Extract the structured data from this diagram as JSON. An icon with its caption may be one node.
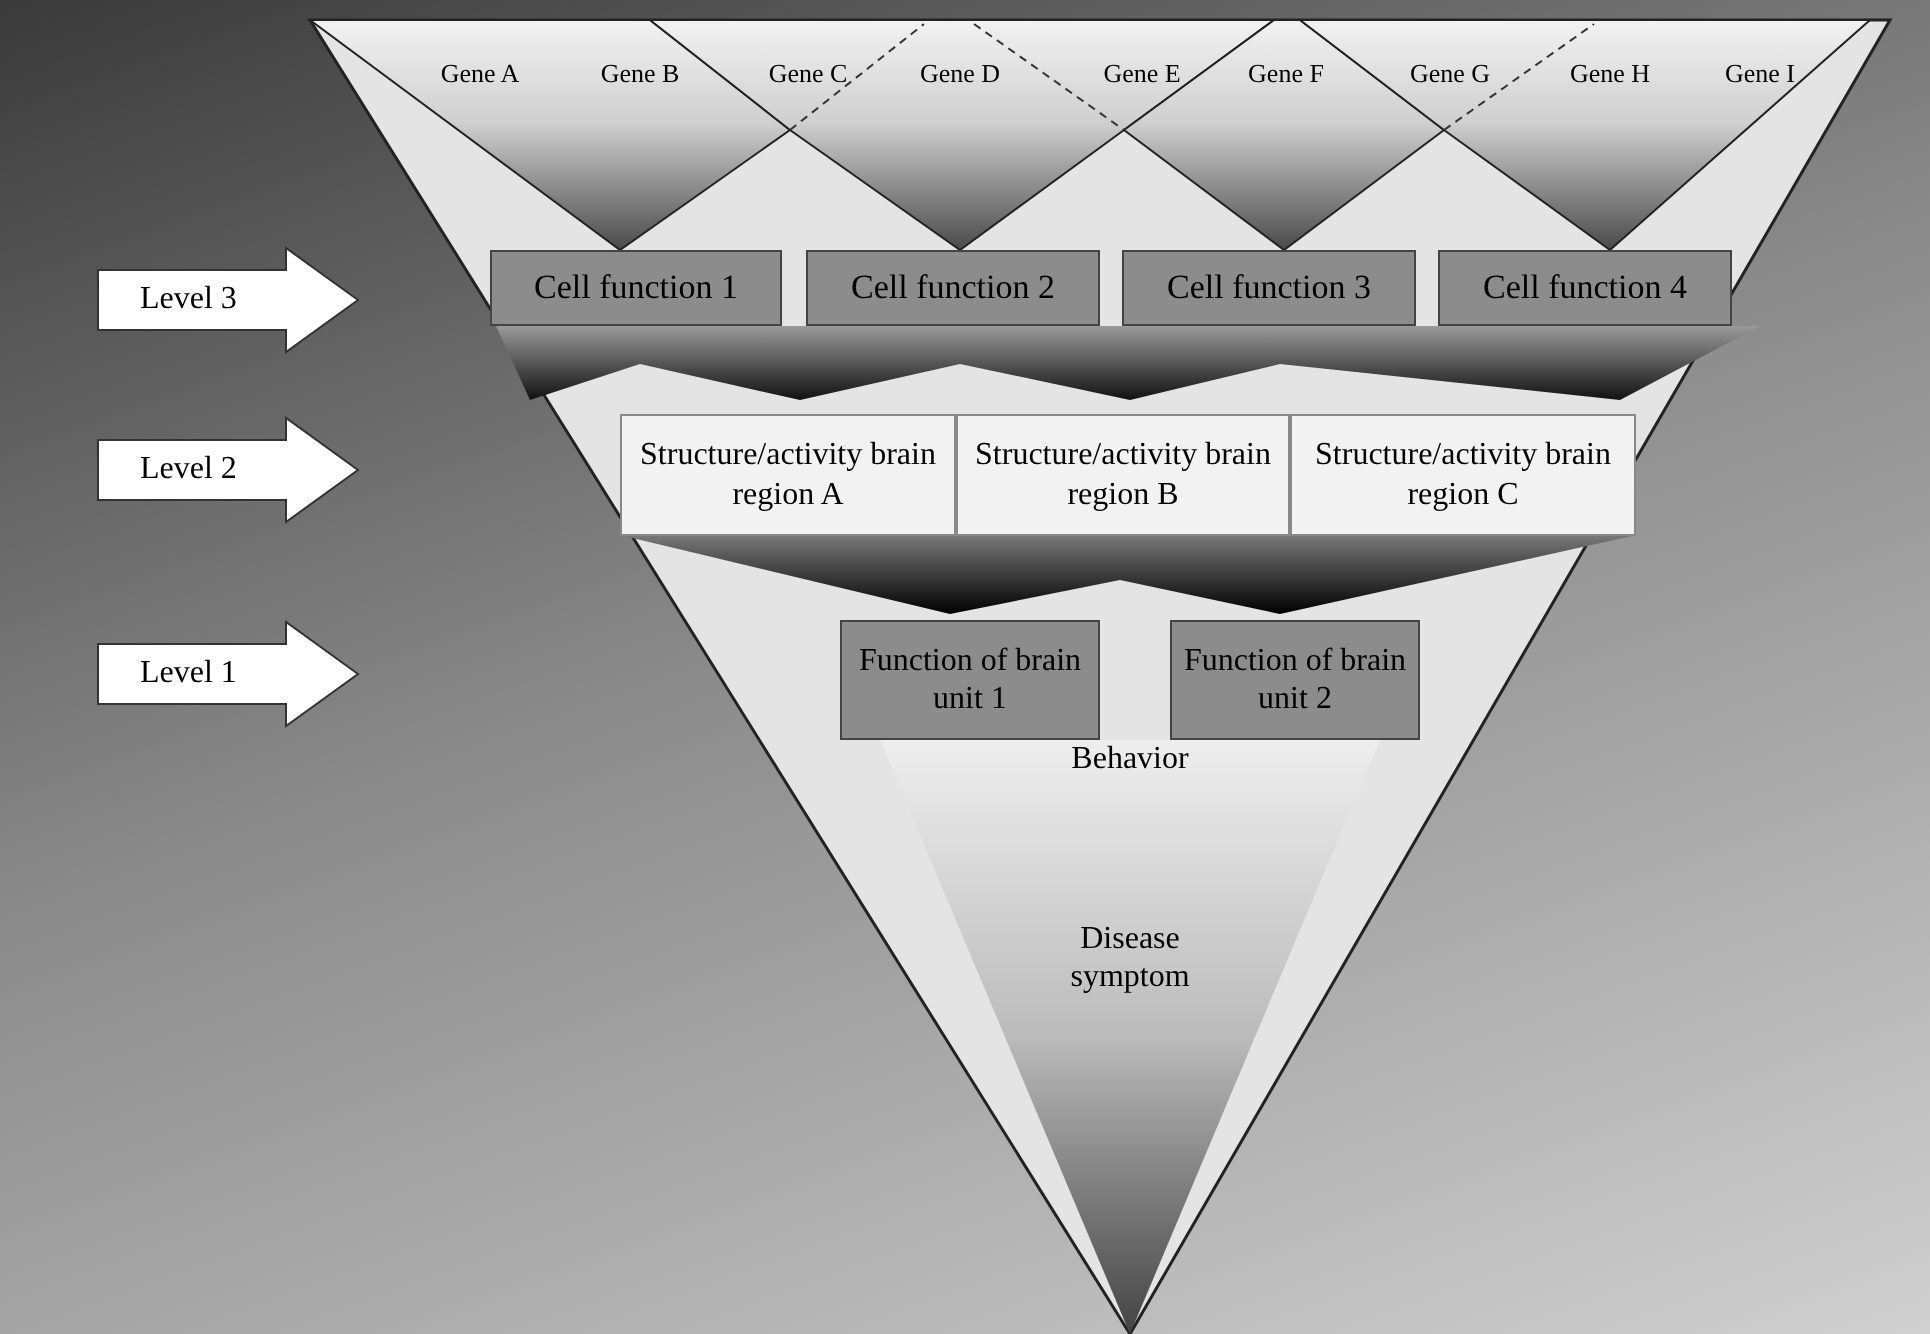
{
  "diagram": {
    "nodes": [
      {
        "text": [
          "Level 3"
        ]
      },
      {
        "text": [
          "Cell function 1"
        ]
      },
      {
        "text": [
          "Cell function 2"
        ]
      },
      {
        "text": [
          "Cell function 3"
        ]
      },
      {
        "text": [
          "Cell function 4"
        ]
      },
      {
        "text": [
          "Level 2"
        ]
      },
      {
        "text": [
          "Structure/activity brain region A"
        ]
      },
      {
        "text": [
          "Structure/activity brain region B"
        ]
      },
      {
        "text": [
          "Structure/activity brain region C"
        ]
      },
      {
        "text": [
          "Level 1"
        ]
      },
      {
        "text": [
          "Function of brain unit 1"
        ]
      },
      {
        "text": [
          "Function of brain unit 2"
        ]
      },
      {
        "text": [
          "Behavior",
          "Disease symptom"
        ]
      }
    ],
    "labels": [
      "Gene A",
      "Gene B",
      "Gene C",
      "Gene D",
      "Gene E",
      "Gene F",
      "Gene G",
      "Gene H",
      "Gene I"
    ]
  }
}
